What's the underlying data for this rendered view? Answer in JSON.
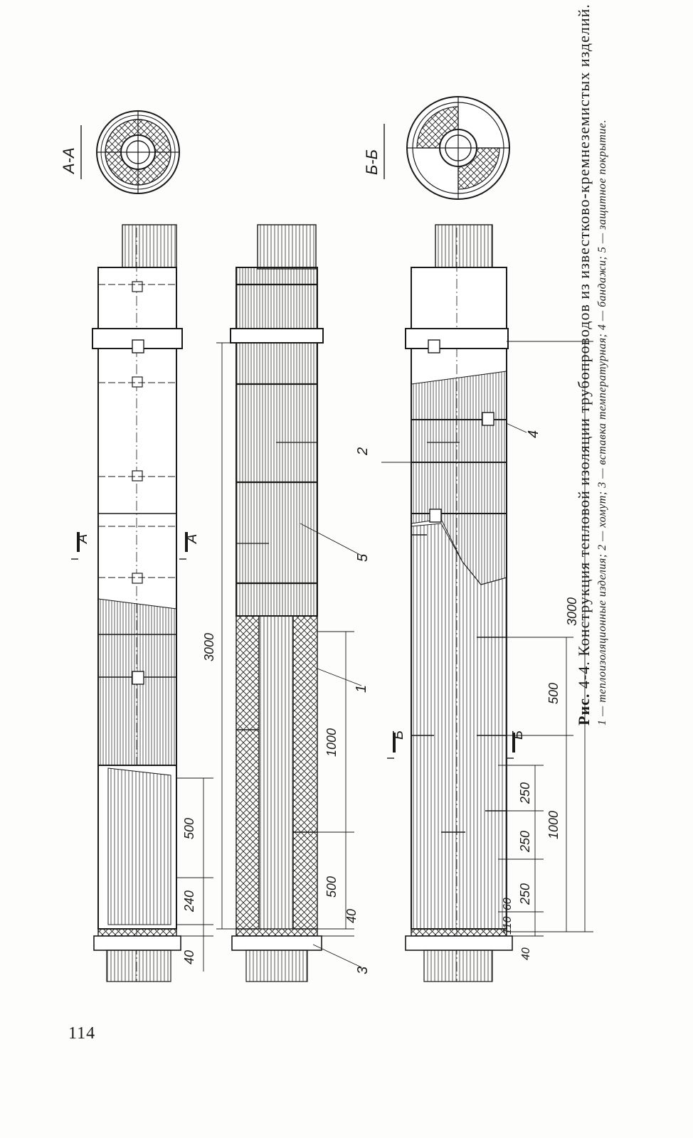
{
  "page_number": "114",
  "caption": {
    "prefix": "Рис.",
    "title": "4-4. Конструкция тепловой изоляции трубопроводов из известково-кремнеземистых изделий.",
    "legend": "1 — теплоизоляционные изделия; 2 — хомут; 3 — вставка температурная; 4 — бандажи; 5 — защитное покрытие."
  },
  "sections": {
    "aa": "А-А",
    "bb": "Б-Б",
    "a": "А",
    "b": "Б"
  },
  "callouts": {
    "c1": "1",
    "c2": "2",
    "c3": "3",
    "c4": "4",
    "c5": "5"
  },
  "dims": {
    "left_500": "500",
    "left_240": "240",
    "left_40": "40",
    "mid_3000": "3000",
    "mid_1000": "1000",
    "mid_500": "500",
    "mid_40": "40",
    "right_3000": "3000",
    "right_500": "500",
    "right_1000": "1000",
    "right_250a": "250",
    "right_250b": "250",
    "right_250c": "250",
    "right_60": "60",
    "right_110": "110",
    "right_40": "40"
  }
}
